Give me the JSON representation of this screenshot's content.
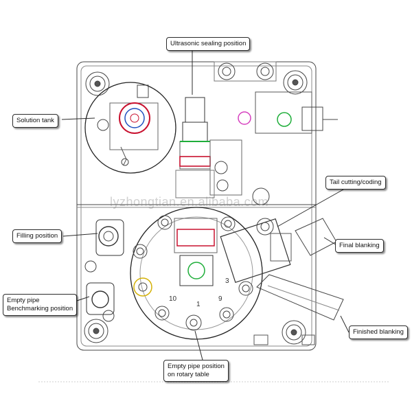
{
  "labels": {
    "ultrasonic": "Ultrasonic sealing position",
    "solution_tank": "Solution tank",
    "tail_cutting": "Tail cutting/coding",
    "filling": "Filling position",
    "final_blanking": "Final blanking",
    "empty_pipe_benchmark": [
      "Empty pipe",
      "Benchmarking position"
    ],
    "finished_blanking": "Finished blanking",
    "empty_pipe_rotary": [
      "Empty pipe position",
      "on rotary table"
    ]
  },
  "watermark": "lyzhongtian.en.alibaba.com",
  "dial_numbers": [
    "10",
    "1",
    "9",
    "3"
  ],
  "colors": {
    "line": "#444444",
    "accent_red": "#c8102e",
    "accent_blue": "#1f4fbf",
    "accent_green": "#1fae3a",
    "accent_magenta": "#d63fbf"
  }
}
